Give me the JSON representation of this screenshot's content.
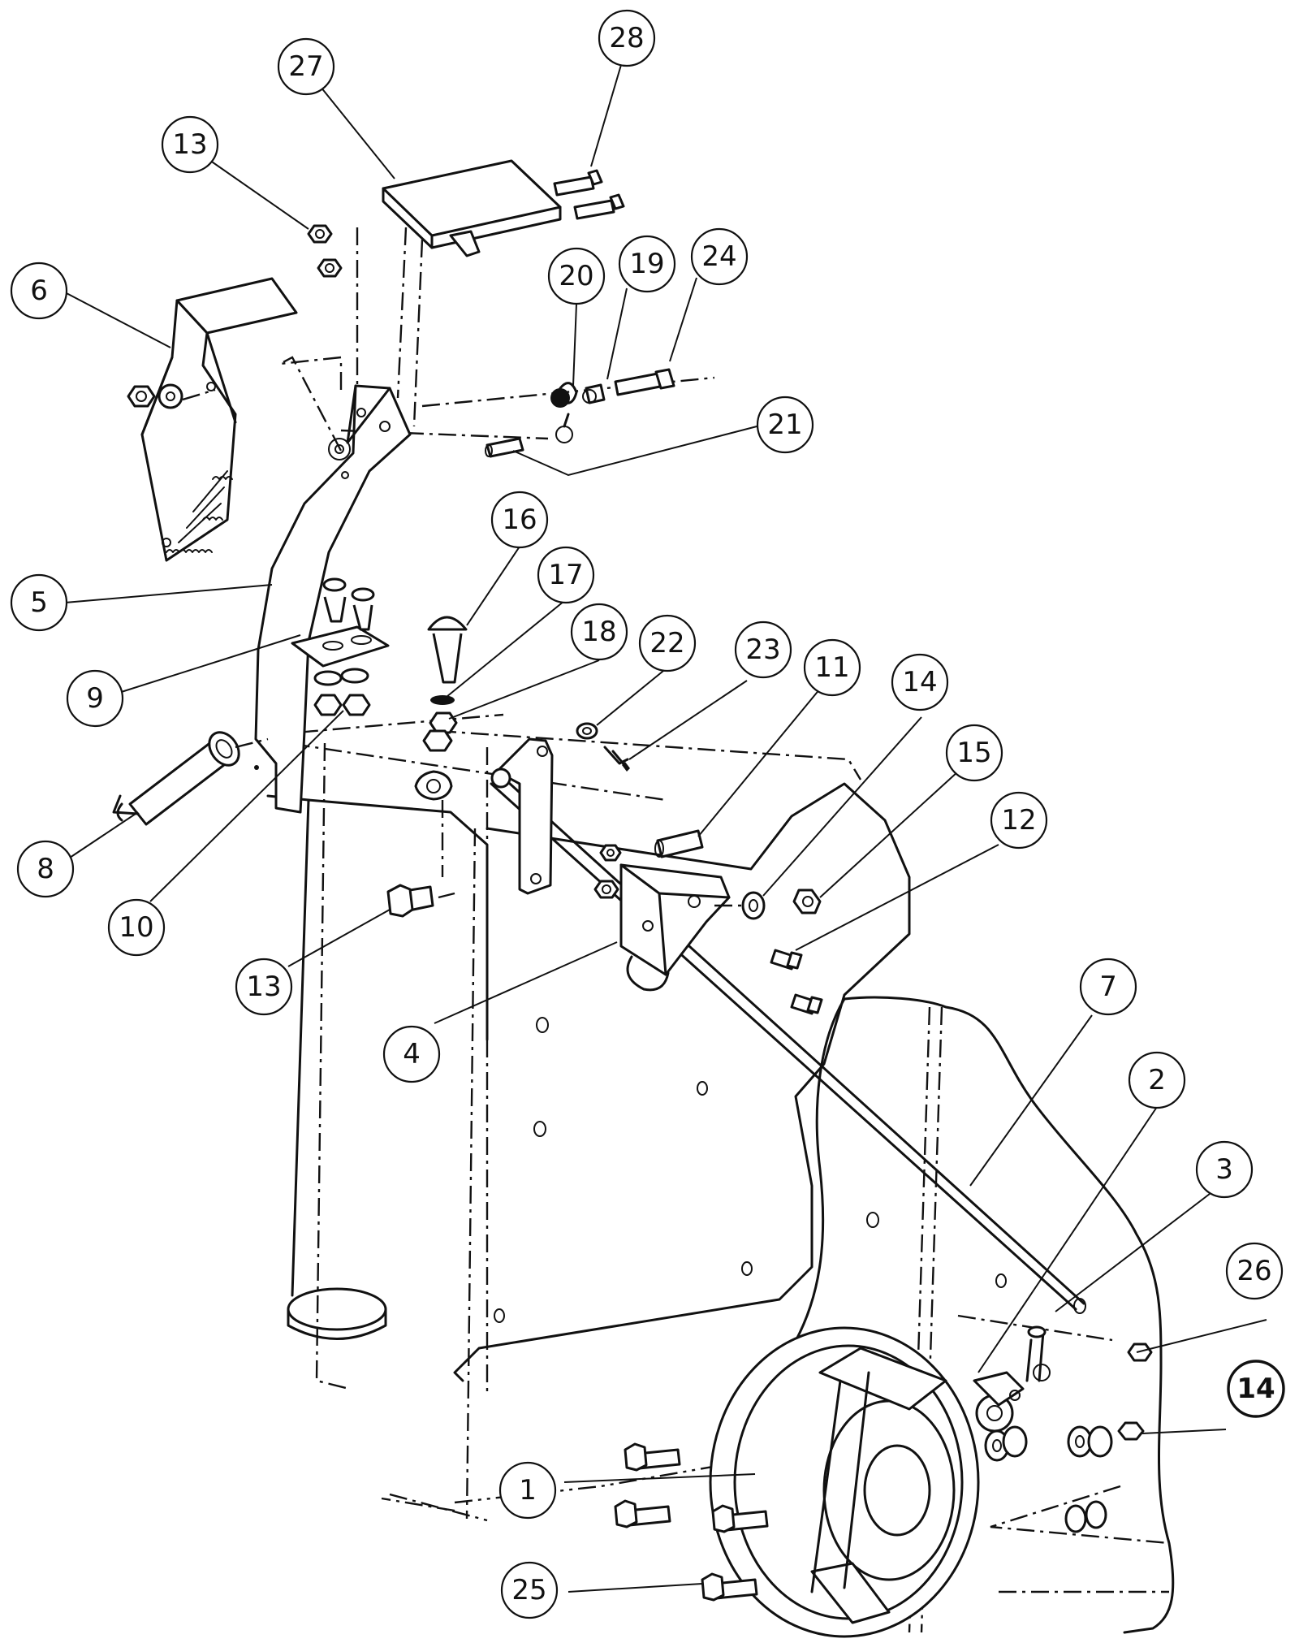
{
  "callouts": [
    {
      "id": "c28",
      "label": "28"
    },
    {
      "id": "c27",
      "label": "27"
    },
    {
      "id": "c13a",
      "label": "13"
    },
    {
      "id": "c6",
      "label": "6"
    },
    {
      "id": "c20",
      "label": "20"
    },
    {
      "id": "c19",
      "label": "19"
    },
    {
      "id": "c24",
      "label": "24"
    },
    {
      "id": "c21",
      "label": "21"
    },
    {
      "id": "c16",
      "label": "16"
    },
    {
      "id": "c17",
      "label": "17"
    },
    {
      "id": "c5",
      "label": "5"
    },
    {
      "id": "c18",
      "label": "18"
    },
    {
      "id": "c22",
      "label": "22"
    },
    {
      "id": "c23",
      "label": "23"
    },
    {
      "id": "c11",
      "label": "11"
    },
    {
      "id": "c14a",
      "label": "14"
    },
    {
      "id": "c9",
      "label": "9"
    },
    {
      "id": "c15",
      "label": "15"
    },
    {
      "id": "c12",
      "label": "12"
    },
    {
      "id": "c8",
      "label": "8"
    },
    {
      "id": "c10",
      "label": "10"
    },
    {
      "id": "c13b",
      "label": "13"
    },
    {
      "id": "c4",
      "label": "4"
    },
    {
      "id": "c7",
      "label": "7"
    },
    {
      "id": "c2",
      "label": "2"
    },
    {
      "id": "c3",
      "label": "3"
    },
    {
      "id": "c26",
      "label": "26"
    },
    {
      "id": "c14b",
      "label": "14"
    },
    {
      "id": "c1",
      "label": "1"
    },
    {
      "id": "c25",
      "label": "25"
    }
  ]
}
